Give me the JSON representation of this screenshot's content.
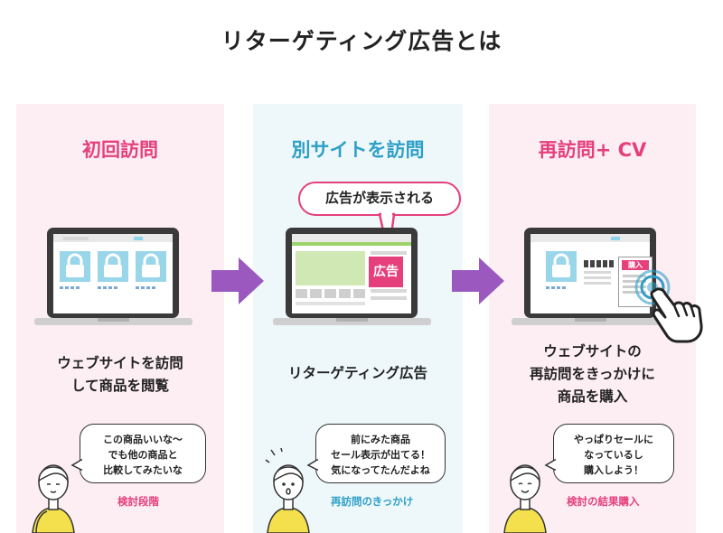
{
  "title": "リターゲティング広告とは",
  "colors": {
    "pink": "#e5407c",
    "blue": "#2f9fc7",
    "purple": "#9b59c0",
    "pink_bg": "#fdeef4",
    "blue_bg": "#eef8fb"
  },
  "panels": [
    {
      "heading": "初回訪問",
      "desc_lines": [
        "ウェブサイトを訪問",
        "して商品を閲覧"
      ],
      "bubble_lines": [
        "この商品いいな〜",
        "でも他の商品と",
        "比較してみたいな"
      ],
      "stage": "検討段階"
    },
    {
      "heading": "別サイトを訪問",
      "callout": "広告が表示される",
      "ad_label": "広告",
      "desc_lines": [
        "リターゲティング広告"
      ],
      "bubble_lines": [
        "前にみた商品",
        "セール表示が出てる！",
        "気になってたんだよね"
      ],
      "stage": "再訪問のきっかけ"
    },
    {
      "heading": "再訪問+ CV",
      "buy_label": "購入",
      "desc_lines": [
        "ウェブサイトの",
        "再訪問をきっかけに",
        "商品を購入"
      ],
      "bubble_lines": [
        "やっぱりセールに",
        "なっているし",
        "購入しよう！"
      ],
      "stage": "検討の結果購入"
    }
  ],
  "icons": [
    "laptop-icon",
    "lock-icon",
    "arrow-right-icon",
    "hand-pointer-icon",
    "person-icon"
  ]
}
